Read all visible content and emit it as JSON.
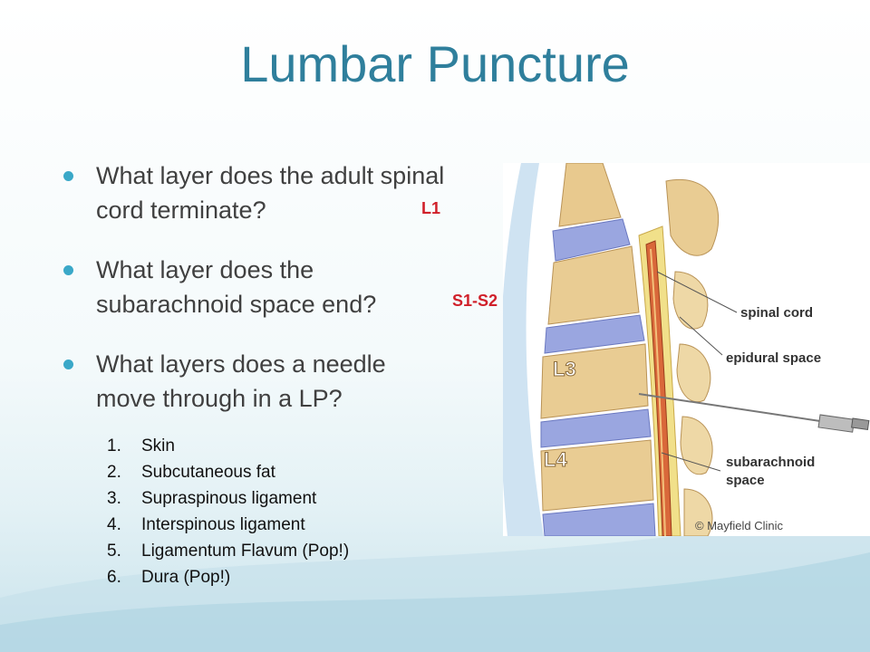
{
  "slide": {
    "title": "Lumbar Puncture",
    "bullets": [
      {
        "lines": [
          "What layer does the adult spinal",
          "cord terminate?"
        ],
        "answer": "L1"
      },
      {
        "lines": [
          "What layer does the",
          "subarachnoid space end?"
        ],
        "answer": "S1-S2"
      },
      {
        "lines": [
          "What layers does a needle",
          "move through in a LP?"
        ]
      }
    ],
    "steps": [
      {
        "num": "1.",
        "text": "Skin"
      },
      {
        "num": "2.",
        "text": "Subcutaneous fat"
      },
      {
        "num": "3.",
        "text": "Supraspinous ligament"
      },
      {
        "num": "4.",
        "text": "Interspinous ligament"
      },
      {
        "num": "5.",
        "text": "Ligamentum Flavum (Pop!)"
      },
      {
        "num": "6.",
        "text": "Dura (Pop!)"
      }
    ],
    "colors": {
      "title": "#2f7f9c",
      "bullet": "#3aa8c8",
      "answer": "#d0202a"
    }
  },
  "illustration": {
    "labels": {
      "spinal_cord": "spinal cord",
      "epidural_space": "epidural space",
      "subarachnoid_1": "subarachnoid",
      "subarachnoid_2": "space"
    },
    "vertebra_labels": [
      "L3",
      "L4"
    ],
    "credit": "© Mayfield Clinic"
  }
}
